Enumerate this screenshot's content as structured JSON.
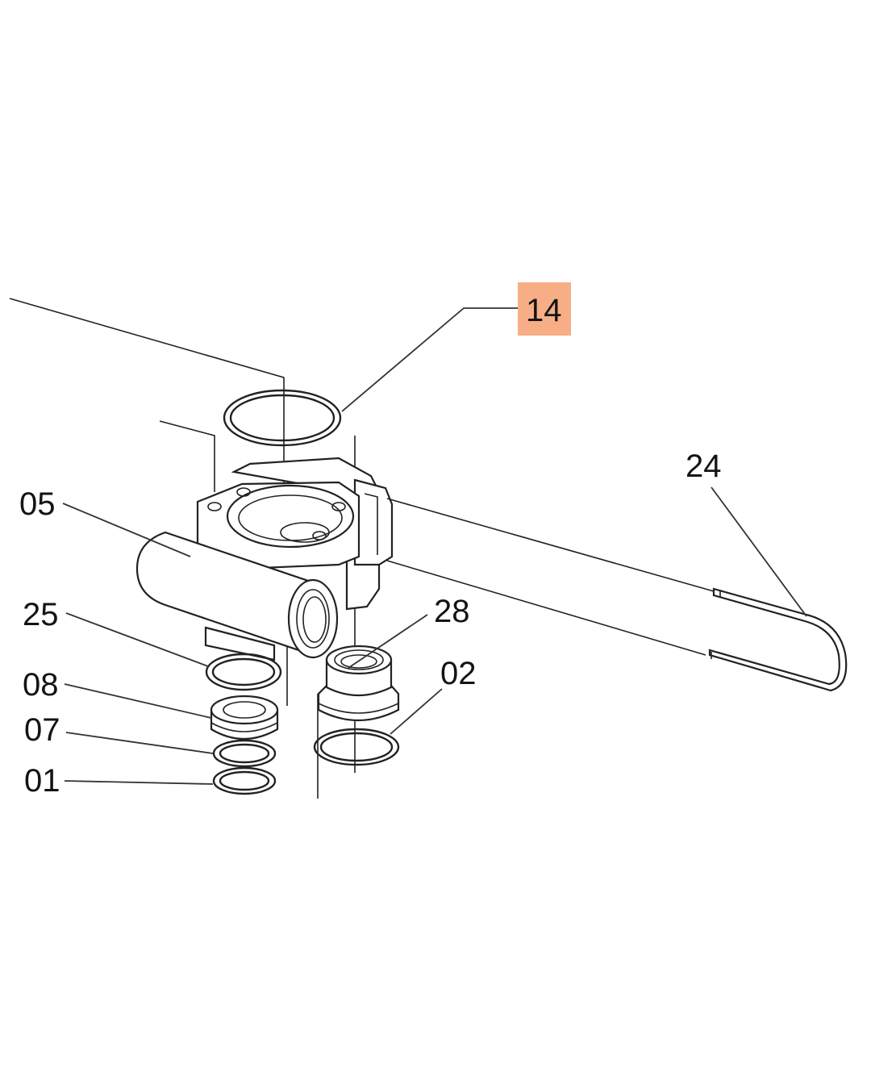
{
  "callouts": {
    "c14": "14",
    "c24": "24",
    "c05": "05",
    "c25": "25",
    "c28": "28",
    "c02": "02",
    "c08": "08",
    "c07": "07",
    "c01": "01"
  },
  "highlight": {
    "part": "14",
    "color": "#f7ae86"
  },
  "colors": {
    "line": "#222222",
    "background": "#ffffff"
  }
}
